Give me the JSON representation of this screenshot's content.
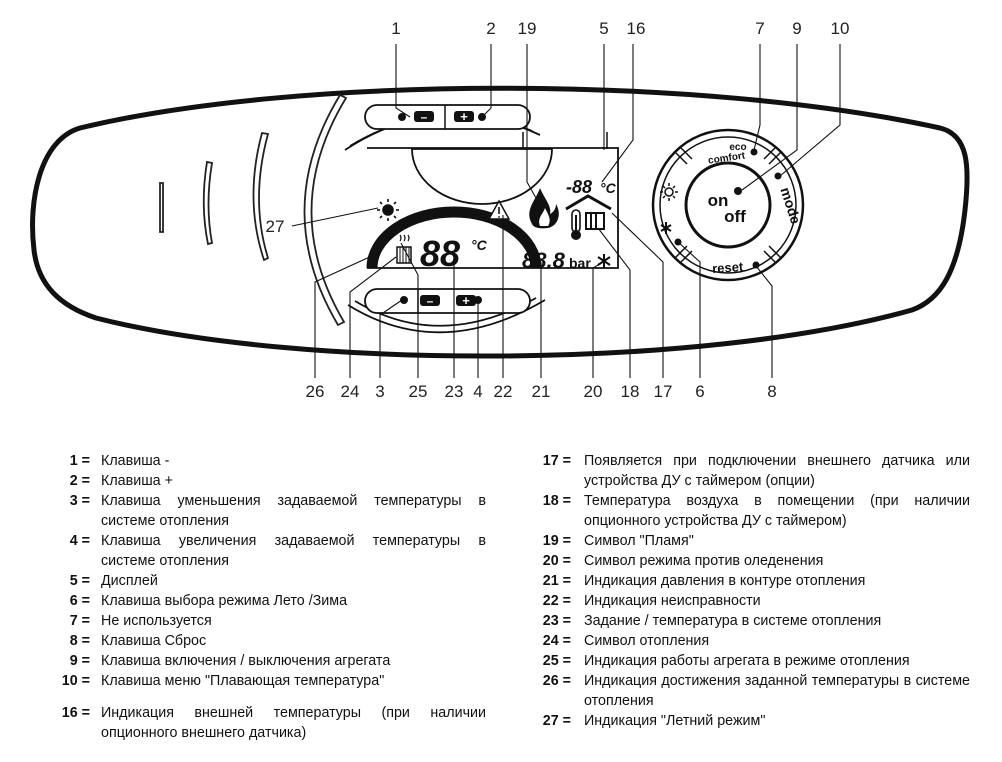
{
  "diagram": {
    "callouts": [
      "1",
      "2",
      "19",
      "5",
      "16",
      "7",
      "9",
      "10",
      "27",
      "26",
      "24",
      "3",
      "25",
      "23",
      "4",
      "22",
      "21",
      "20",
      "18",
      "17",
      "6",
      "8"
    ],
    "display": {
      "temp_digits": "88",
      "temp_unit": "°C",
      "ext_temp": "-88",
      "ext_unit": "°C",
      "pressure_digits": "88.8",
      "pressure_unit": "bar"
    },
    "buttons": {
      "minus": "–",
      "plus": "+",
      "on": "on",
      "off": "off",
      "eco": "eco",
      "comfort": "comfort",
      "mode": "mode",
      "reset": "reset"
    }
  },
  "legend_left": [
    {
      "key": "1 =",
      "text": "Клавиша -"
    },
    {
      "key": "2 =",
      "text": "Клавиша +"
    },
    {
      "key": "3 =",
      "text": "Клавиша уменьшения задаваемой  температуры в системе отопления"
    },
    {
      "key": "4 =",
      "text": "Клавиша увеличения задаваемой  температуры в системе отопления"
    },
    {
      "key": "5 =",
      "text": "Дисплей"
    },
    {
      "key": "6 =",
      "text": "Клавиша выбора режима Лето /Зима"
    },
    {
      "key": "7 =",
      "text": "Не используется"
    },
    {
      "key": "8 =",
      "text": "Клавиша Сброс"
    },
    {
      "key": "9 =",
      "text": "Клавиша включения / выключения  агрегата"
    },
    {
      "key": "10 =",
      "text": "Клавиша меню \"Плавающая температура\""
    },
    {
      "key": "16 =",
      "text": "Индикация внешней температуры (при  наличии опционного внешнего датчика)"
    }
  ],
  "legend_right": [
    {
      "key": "17 =",
      "text": "Появляется при подключении внешнего датчика или устройства ДУ с таймером (опции)"
    },
    {
      "key": "18 =",
      "text": "Температура воздуха в помещении  (при наличии опционного устройства ДУ  с таймером)"
    },
    {
      "key": "19 =",
      "text": "Символ \"Пламя\""
    },
    {
      "key": "20 =",
      "text": "Символ режима против оледенения"
    },
    {
      "key": "21 =",
      "text": "Индикация давления в контуре  отопления"
    },
    {
      "key": "22 =",
      "text": "Индикация неисправности"
    },
    {
      "key": "23 =",
      "text": "Задание / температура в  системе отопления"
    },
    {
      "key": "24 =",
      "text": "Символ отопления"
    },
    {
      "key": "25 =",
      "text": "Индикация работы агрегата в режиме отопления"
    },
    {
      "key": "26 =",
      "text": "Индикация достижения заданной  температуры в системе отопления"
    },
    {
      "key": "27 =",
      "text": "Индикация \"Летний режим\""
    }
  ]
}
